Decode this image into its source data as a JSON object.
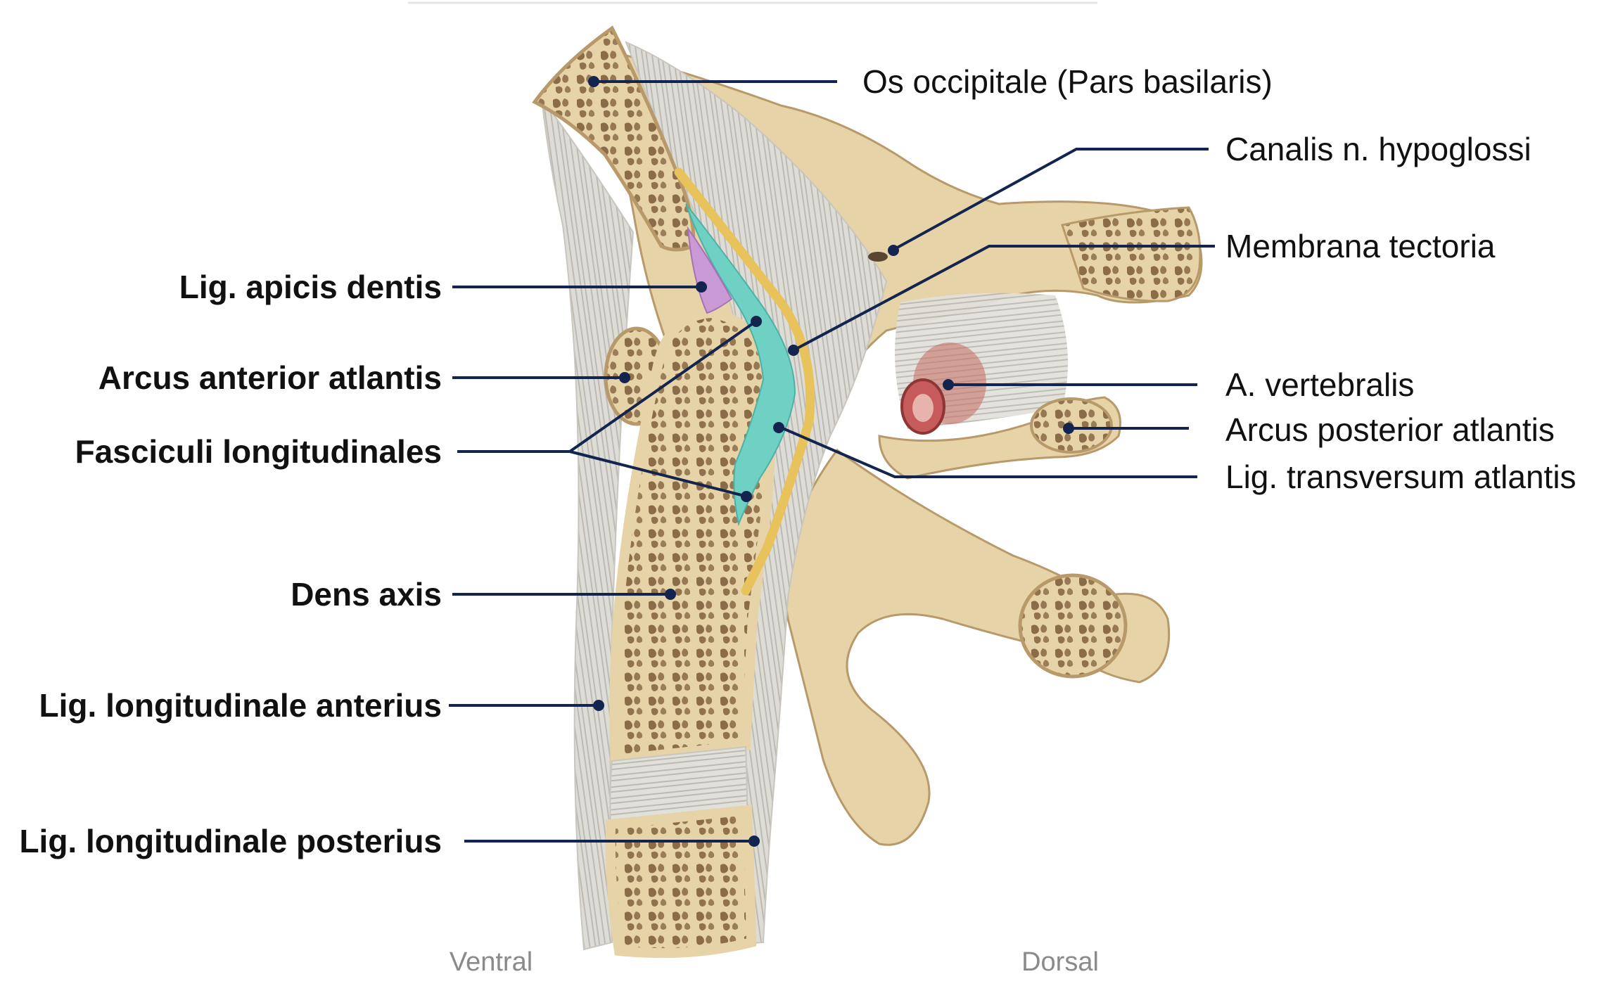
{
  "labels_left": {
    "lig_apicis_dentis": "Lig. apicis dentis",
    "arcus_anterior_atlantis": "Arcus anterior atlantis",
    "fasciculi_longitudinales": "Fasciculi longitudinales",
    "dens_axis": "Dens axis",
    "lig_longitudinale_anterius": "Lig. longitudinale anterius",
    "lig_longitudinale_posterius": "Lig. longitudinale posterius"
  },
  "labels_right": {
    "os_occipitale": "Os occipitale (Pars basilaris)",
    "canalis_n_hypoglossi": "Canalis n. hypoglossi",
    "membrana_tectoria": "Membrana tectoria",
    "a_vertebralis": "A. vertebralis",
    "arcus_posterior_atlantis": "Arcus posterior atlantis",
    "lig_transversum_atlantis": "Lig. transversum atlantis"
  },
  "orientation": {
    "ventral": "Ventral",
    "dorsal": "Dorsal"
  },
  "colors": {
    "bone": "#e6d3a8",
    "bone_dark": "#b89a6a",
    "spongy": "#7a5a38",
    "ligament": "#dedcd6",
    "ligament_line": "#bdbab2",
    "membrana_tectoria": "#e8c25a",
    "lig_transversum": "#6fd1c4",
    "lig_apicis": "#c99ad6",
    "artery": "#c75a5a",
    "leader": "#13254f"
  }
}
